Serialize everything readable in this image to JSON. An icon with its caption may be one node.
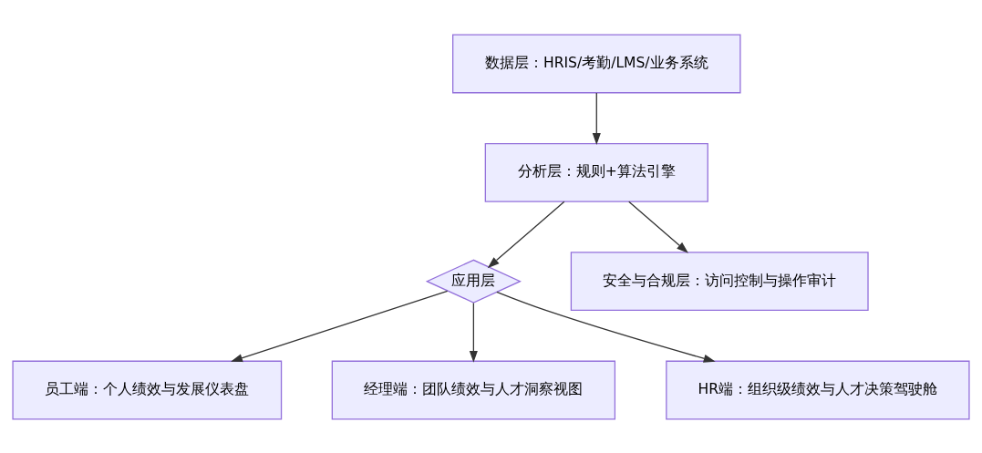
{
  "diagram": {
    "nodes": [
      {
        "text": [
          "数据层：HRIS/考勤/LMS/业务系统"
        ]
      },
      {
        "text": [
          "分析层：规则+算法引擎"
        ]
      },
      {
        "text": [
          "应用层"
        ]
      },
      {
        "text": [
          "安全与合规层：访问控制与操作审计"
        ]
      },
      {
        "text": [
          "员工端：个人绩效与发展仪表盘"
        ]
      },
      {
        "text": [
          "经理端：团队绩效与人才洞察视图"
        ]
      },
      {
        "text": [
          "HR端：组织级绩效与人才决策驾驶舱"
        ]
      }
    ],
    "edges": [
      {
        "from": 0,
        "to": 1,
        "arrow": "to"
      },
      {
        "from": 1,
        "to": 2,
        "arrow": "to"
      },
      {
        "from": 1,
        "to": 3,
        "arrow": "to"
      },
      {
        "from": 2,
        "to": 4,
        "arrow": "to"
      },
      {
        "from": 2,
        "to": 5,
        "arrow": "to"
      },
      {
        "from": 2,
        "to": 6,
        "arrow": "to"
      }
    ]
  }
}
